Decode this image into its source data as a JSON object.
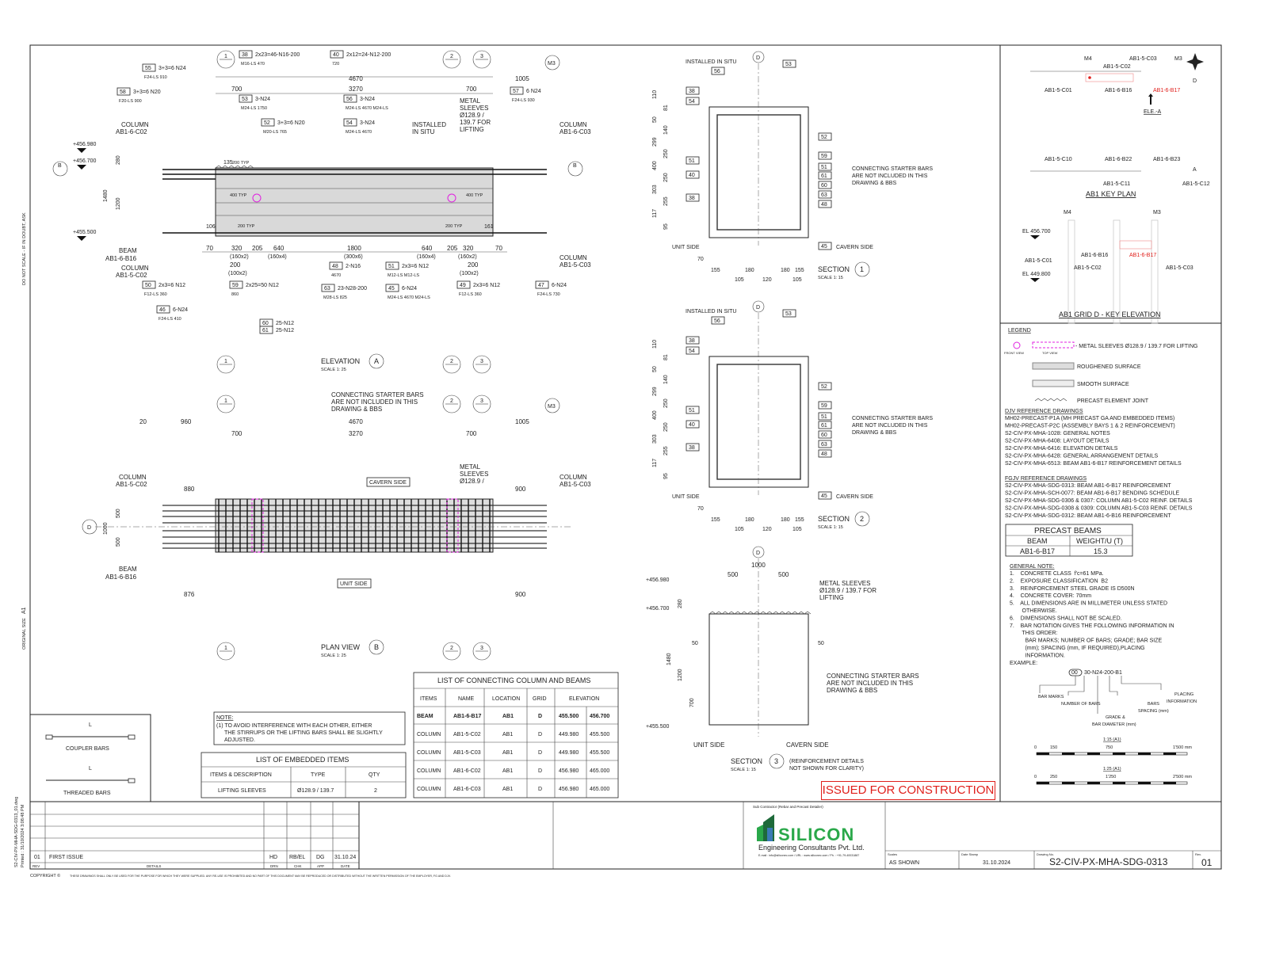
{
  "sheet": {
    "side_note": "DO NOT SCALE - IF IN DOUBT, ASK",
    "original_size": "ORIGINAL SIZE",
    "original_size_value": "A1",
    "file_name": "S2-CIV-PX-MHA-SDG-0313_01.dwg",
    "printed": "Printed : 31/10/2024 3:08:48 PM",
    "copyright": "COPYRIGHT ©",
    "disclaimer": "THESE DRAWINGS SHALL ONLY BE USED FOR THE PURPOSE FOR WHICH THEY WERE SUPPLIED. ANY RE-USE IS PROHIBITED AND NO PART OF THIS DOCUMENT MAY BE REPRODUCED OR DISTRIBUTED WITHOUT THE WRITTEN PERMISSION OF THE EMPLOYER, FG AND DJV."
  },
  "elevation": {
    "title": "ELEVATION",
    "marker": "A",
    "scale": "SCALE 1: 25",
    "grid_m3": "M3",
    "section_b": "B",
    "dims": {
      "overall": "4670",
      "inner": "3270",
      "left": "700",
      "right": "700",
      "right_ext": "1005",
      "height": "1480",
      "height_inner": "1200",
      "mid": "1800",
      "mid_sub": "(300x6)",
      "d640": "640",
      "d640_sub": "(160x4)",
      "d320": "320",
      "d320_sub": "(160x2)",
      "d205": "205",
      "d70": "70",
      "d200": "200",
      "d200_sub": "(100x2)",
      "d280": "280",
      "typ200": "200 TYP",
      "typ400": "400 TYP",
      "d135": "135",
      "d106": "106",
      "d161": "161"
    },
    "levels": [
      "+456.980",
      "+456.700",
      "+455.500"
    ],
    "labels": {
      "column_left_top": "COLUMN",
      "column_left_top_id": "AB1-6-C02",
      "column_right_top": "COLUMN",
      "column_right_top_id": "AB1-6-C03",
      "beam_left": "BEAM",
      "beam_left_id": "AB1-6-B16",
      "column_left_bot": "COLUMN",
      "column_left_bot_id": "AB1-5-C02",
      "column_right_bot": "COLUMN",
      "column_right_bot_id": "AB1-5-C03",
      "installed": "INSTALLED",
      "in_situ": "IN SITU",
      "sleeve1": "METAL",
      "sleeve2": "SLEEVES",
      "sleeve3": "Ø128.9 /",
      "sleeve4": "139.7 FOR",
      "sleeve5": "LIFTING"
    },
    "callouts": [
      {
        "mark": "55",
        "text": "3+3=6 N24",
        "sub": "F24-LS  910"
      },
      {
        "mark": "58",
        "text": "3+3=6 N20",
        "sub": "F20-LS  900"
      },
      {
        "mark": "38",
        "text": "2x23=46-N16-200",
        "sub": "M16-LS  470"
      },
      {
        "mark": "40",
        "text": "2x12=24-N12-200",
        "sub": "720"
      },
      {
        "mark": "53",
        "text": "3-N24",
        "sub": "M24-LS  1750"
      },
      {
        "mark": "52",
        "text": "3+3=6 N20",
        "sub": "M20-LS  765"
      },
      {
        "mark": "56",
        "text": "3-N24",
        "sub": "M24-LS 4670 M24-LS"
      },
      {
        "mark": "54",
        "text": "3-N24",
        "sub": "M24-LS  4670"
      },
      {
        "mark": "57",
        "text": "6 N24",
        "sub": "F24-LS  930"
      },
      {
        "mark": "50",
        "text": "2x3=6 N12",
        "sub": "F12-LS  360"
      },
      {
        "mark": "46",
        "text": "6-N24",
        "sub": "F24-LS  410"
      },
      {
        "mark": "59",
        "text": "2x25=50 N12",
        "sub": "860"
      },
      {
        "mark": "48",
        "text": "2-N16",
        "sub": "4670"
      },
      {
        "mark": "63",
        "text": "23-N28-200",
        "sub": "M28-LS  825"
      },
      {
        "mark": "51",
        "text": "2x3=6 N12",
        "sub": "M12-LS  M12-LS"
      },
      {
        "mark": "45",
        "text": "6-N24",
        "sub": "M24-LS 4670 M24-LS"
      },
      {
        "mark": "49",
        "text": "2x3=6 N12",
        "sub": "F12-LS  360"
      },
      {
        "mark": "47",
        "text": "6-N24",
        "sub": "F24-LS  730"
      },
      {
        "mark": "60",
        "text": "25-N12",
        "sub": ""
      },
      {
        "mark": "61",
        "text": "25-N12",
        "sub": ""
      }
    ]
  },
  "plan": {
    "title": "PLAN VIEW",
    "marker": "B",
    "scale": "SCALE 1: 25",
    "grid_d": "D",
    "grid_m3": "M3",
    "dims": {
      "d20": "20",
      "d960": "960",
      "d880": "880",
      "d876": "876",
      "d900": "900",
      "d1000": "1000",
      "d500": "500"
    },
    "unit_side": "UNIT SIDE",
    "cavern_side": "CAVERN SIDE",
    "starter1": "CONNECTING STARTER BARS",
    "starter2": "ARE NOT INCLUDED IN THIS",
    "starter3": "DRAWING & BBS",
    "column_left_id": "AB1-5-C02",
    "column_right_id": "AB1-5-C03",
    "beam_left_id": "AB1-6-B16",
    "column": "COLUMN",
    "beam": "BEAM"
  },
  "sections": [
    {
      "title": "SECTION",
      "number": "1",
      "scale": "SCALE 1: 15"
    },
    {
      "title": "SECTION",
      "number": "2",
      "scale": "SCALE 1: 15"
    },
    {
      "title": "SECTION",
      "number": "3",
      "scale": "SCALE 1: 15",
      "note1": "(REINFORCEMENT DETAILS",
      "note2": "NOT SHOWN FOR CLARITY)"
    }
  ],
  "section_labels": {
    "installed": "INSTALLED IN SITU",
    "unit_side": "UNIT SIDE",
    "cavern_side": "CAVERN SIDE",
    "grid": "D",
    "starter1": "CONNECTING STARTER BARS",
    "starter2": "ARE NOT INCLUDED IN THIS",
    "starter3": "DRAWING & BBS",
    "bottom_dims": [
      "155",
      "105",
      "180",
      "120",
      "180",
      "105",
      "155"
    ],
    "d70": "70",
    "left_dims": [
      "110",
      "81",
      "50",
      "140",
      "299",
      "250",
      "400",
      "250",
      "303",
      "255",
      "117",
      "95"
    ],
    "marks": [
      "56",
      "53",
      "38",
      "54",
      "52",
      "59",
      "51",
      "61",
      "60",
      "63",
      "48",
      "51",
      "40",
      "38",
      "45"
    ],
    "sec3_sleeve1": "METAL SLEEVES",
    "sec3_sleeve2": "Ø128.9 / 139.7 FOR",
    "sec3_sleeve3": "LIFTING",
    "sec3_width": "1000",
    "sec3_half": "500",
    "sec3_levels": [
      "+456.980",
      "+456.700",
      "+455.500"
    ],
    "sec3_dims": [
      "280",
      "1480",
      "1200",
      "700",
      "50"
    ]
  },
  "key_plan": {
    "title": "AB1 KEY PLAN",
    "grid_m4": "M4",
    "grid_m3": "M3",
    "grid_d": "D",
    "grid_a": "A",
    "items": [
      "AB1-5-C03",
      "AB1-5-C02",
      "AB1-5-C01",
      "AB1-6-B16",
      "AB1-6-B17",
      "AB1-5-C10",
      "AB1-6-B22",
      "AB1-6-B23",
      "AB1-5-C11",
      "AB1-5-C12"
    ],
    "ele_a": "ELE.-A",
    "highlight_color": "#e0201c"
  },
  "key_elevation": {
    "title": "AB1 GRID D - KEY ELEVATION",
    "grid_m4": "M4",
    "grid_m3": "M3",
    "el_top": "EL 456.700",
    "el_bot": "EL 449.800",
    "items": [
      "AB1-6-B16",
      "AB1-6-B17",
      "AB1-5-C01",
      "AB1-5-C02",
      "AB1-5-C03"
    ]
  },
  "legend": {
    "title": "LEGEND",
    "front_view": "FRONT VIEW",
    "top_view": "TOP VIEW",
    "sleeves": "- METAL SLEEVES Ø128.9 / 139.7 FOR LIFTING",
    "roughened": "ROUGHENED SURFACE",
    "smooth": "SMOOTH SURFACE",
    "joint": "PRECAST ELEMENT JOINT",
    "sleeve_color": "#e020e0"
  },
  "djv_refs": {
    "title": "DJV REFERENCE  DRAWINGS",
    "items": [
      "MH02-PRECAST-P1A (MH PRECAST GA AND EMBEDDED ITEMS)",
      "MH02-PRECAST-P2C (ASSEMBLY BAYS 1 & 2 REINFORCEMENT)",
      "S2-CIV-PX-MHA-1028: GENERAL NOTES",
      "S2-CIV-PX-MHA-6408: LAYOUT DETAILS",
      "S2-CIV-PX-MHA-6416: ELEVATION DETAILS",
      "S2-CIV-PX-MHA-6428: GENERAL ARRANGEMENT DETAILS",
      "S2-CIV-PX-MHA-6513: BEAM AB1-6-B17 REINFORCEMENT DETAILS"
    ]
  },
  "fgjv_refs": {
    "title": "FGJV REFERENCE  DRAWINGS",
    "items": [
      "S2-CIV-PX-MHA-SDG-0313: BEAM AB1-6-B17 REINFORCEMENT",
      "S2-CIV-PX-MHA-SCH-0077: BEAM AB1-6-B17 BENDING SCHEDULE",
      "S2-CIV-PX-MHA-SDG-0306 & 0307: COLUMN AB1-5-C02 REINF. DETAILS",
      "S2-CIV-PX-MHA-SDG-0308 & 0309: COLUMN AB1-5-C03 REINF. DETAILS",
      "S2-CIV-PX-MHA-SDG-0312: BEAM AB1-6-B16 REINFORCEMENT"
    ]
  },
  "precast_beams": {
    "title": "PRECAST BEAMS",
    "headers": [
      "BEAM",
      "WEIGHT/U (T)"
    ],
    "rows": [
      [
        "AB1-6-B17",
        "15.3"
      ]
    ]
  },
  "general_note": {
    "title": "GENERAL NOTE:",
    "lines": [
      "1.    CONCRETE CLASS  f'c=61 MPa.",
      "2.    EXPOSURE CLASSIFICATION  B2",
      "3.    REINFORCEMENT STEEL GRADE IS D500N",
      "4.    CONCRETE COVER: 70mm",
      "5.    ALL DIMENSIONS ARE IN MILLIMETER UNLESS STATED",
      "        OTHERWISE.",
      "6.    DIMENSIONS SHALL NOT BE SCALED.",
      "7.    BAR NOTATION GIVES THE FOLLOWING INFORMATION IN",
      "        THIS ORDER:",
      "          BAR MARKS; NUMBER OF BARS; GRADE; BAR SIZE",
      "          (mm); SPACING (mm, IF REQUIRED),PLACING",
      "          INFORMATION.",
      "EXAMPLE:"
    ],
    "example_mark": "00",
    "example": "30-N24-200-B1",
    "bar_marks": "BAR MARKS",
    "number_of_bars": "NUMBER OF BARS",
    "grade1": "GRADE &",
    "grade2": "BAR DIAMETER (mm)",
    "spacing1": "BARS",
    "spacing2": "SPACING (mm)",
    "placing1": "PLACING",
    "placing2": "INFORMATION"
  },
  "scale_bars": [
    {
      "label": "1:15 (A1)",
      "ticks": [
        "0",
        "150",
        "750",
        "1'500 mm"
      ]
    },
    {
      "label": "1:25 (A1)",
      "ticks": [
        "0",
        "250",
        "1'250",
        "2'500 mm"
      ]
    }
  ],
  "note_box": {
    "title": "NOTE:",
    "lines": [
      "(1) TO AVOID INTERFERENCE WITH EACH OTHER, EITHER",
      "THE STIRRUPS OR THE LIFTING BARS SHALL BE SLIGHTLY",
      "ADJUSTED."
    ]
  },
  "embedded_items": {
    "title": "LIST OF EMBEDDED ITEMS",
    "headers": [
      "ITEMS & DESCRIPTION",
      "TYPE",
      "QTY"
    ],
    "rows": [
      [
        "LIFTING SLEEVES",
        "Ø128.9 / 139.7",
        "2"
      ]
    ]
  },
  "connecting_table": {
    "title": "LIST OF CONNECTING COLUMN AND BEAMS",
    "headers": [
      "ITEMS",
      "NAME",
      "LOCATION",
      "GRID",
      "ELEVATION"
    ],
    "rows": [
      [
        "BEAM",
        "AB1-6-B17",
        "AB1",
        "D",
        "455.500",
        "456.700"
      ],
      [
        "COLUMN",
        "AB1-5-C02",
        "AB1",
        "D",
        "449.980",
        "455.500"
      ],
      [
        "COLUMN",
        "AB1-5-C03",
        "AB1",
        "D",
        "449.980",
        "455.500"
      ],
      [
        "COLUMN",
        "AB1-6-C02",
        "AB1",
        "D",
        "456.980",
        "465.000"
      ],
      [
        "COLUMN",
        "AB1-6-C03",
        "AB1",
        "D",
        "456.980",
        "465.000"
      ]
    ]
  },
  "bar_types": {
    "coupler": "COUPLER BARS",
    "threaded": "THREADED BARS",
    "length": "L"
  },
  "stamp": "ISSUED FOR CONSTRUCTION",
  "revisions": {
    "rows": [
      [
        "01",
        "FIRST ISSUE",
        "HD",
        "RB/EL",
        "DG",
        "31.10.24"
      ]
    ],
    "headers": [
      "REV",
      "DETAILS",
      "DRN",
      "CHK",
      "APP",
      "DATE"
    ]
  },
  "title_block": {
    "sub_contractor": "Sub Contractor (Rebar and Precast Detailer)",
    "company": "SILICON",
    "company_sub": "Engineering Consultants Pvt. Ltd.",
    "contact": "E-mail : info@siliconec.com / URL : www.siliconec.com / Ph. : +91-79-40031887",
    "scales_label": "Scales",
    "scales": "AS SHOWN",
    "date_label": "Date Stamp",
    "date": "31.10.2024",
    "drawing_label": "Drawing No.",
    "drawing_no": "S2-CIV-PX-MHA-SDG-0313",
    "rev_label": "Rev.",
    "rev": "01",
    "brand_color": "#2aa84a"
  }
}
